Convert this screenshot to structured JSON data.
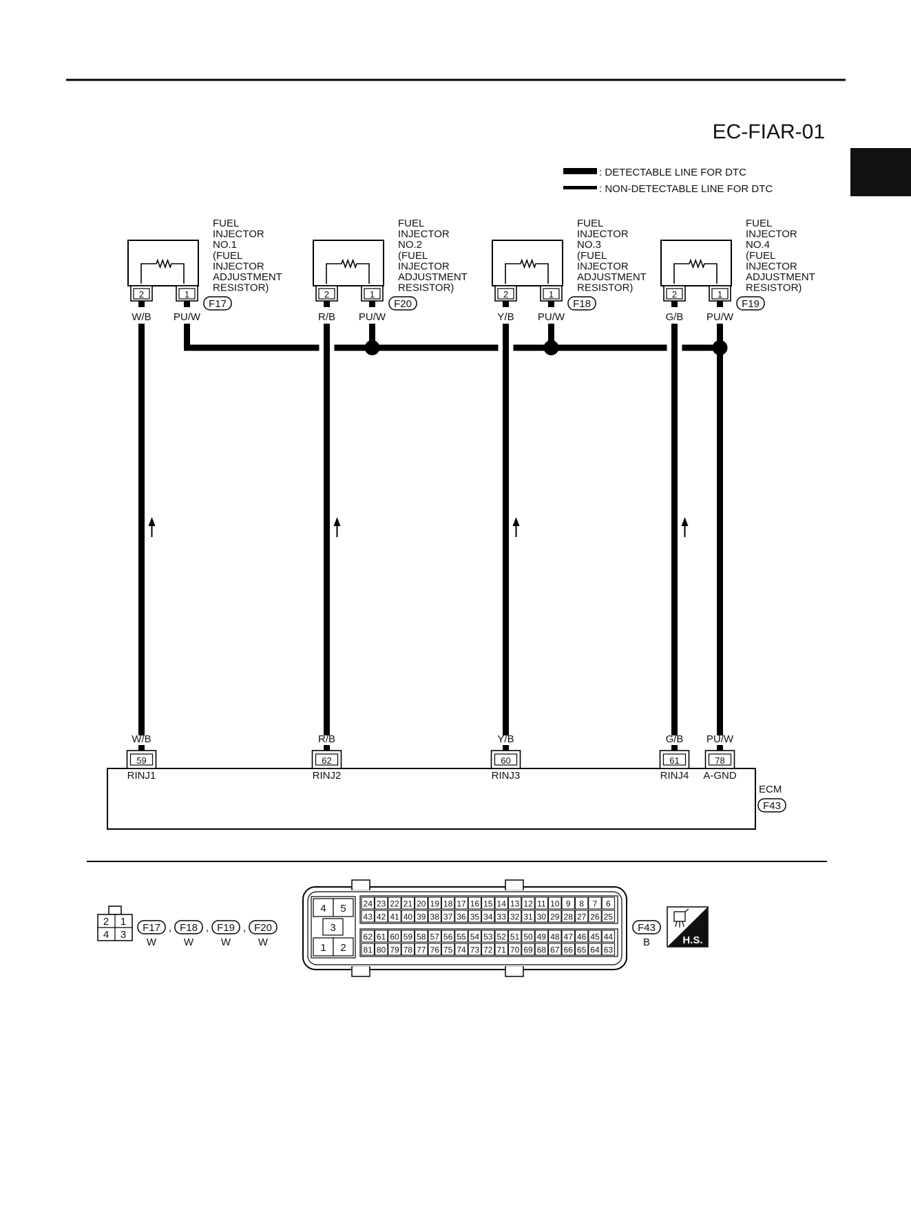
{
  "title": "EC-FIAR-01",
  "legend": {
    "detectable": ": DETECTABLE LINE FOR DTC",
    "non_detectable": ": NON-DETECTABLE LINE FOR DTC"
  },
  "injectors": [
    {
      "name_lines": [
        "FUEL",
        "INJECTOR",
        "NO.1",
        "(FUEL",
        " INJECTOR",
        " ADJUSTMENT",
        " RESISTOR)"
      ],
      "connector": "F17",
      "pin_a": "2",
      "pin_b": "1",
      "wire_a": "W/B",
      "wire_b": "PU/W"
    },
    {
      "name_lines": [
        "FUEL",
        "INJECTOR",
        "NO.2",
        "(FUEL",
        " INJECTOR",
        " ADJUSTMENT",
        " RESISTOR)"
      ],
      "connector": "F20",
      "pin_a": "2",
      "pin_b": "1",
      "wire_a": "R/B",
      "wire_b": "PU/W"
    },
    {
      "name_lines": [
        "FUEL",
        "INJECTOR",
        "NO.3",
        "(FUEL",
        " INJECTOR",
        " ADJUSTMENT",
        " RESISTOR)"
      ],
      "connector": "F18",
      "pin_a": "2",
      "pin_b": "1",
      "wire_a": "Y/B",
      "wire_b": "PU/W"
    },
    {
      "name_lines": [
        "FUEL",
        "INJECTOR",
        "NO.4",
        "(FUEL",
        " INJECTOR",
        " ADJUSTMENT",
        " RESISTOR)"
      ],
      "connector": "F19",
      "pin_a": "2",
      "pin_b": "1",
      "wire_a": "G/B",
      "wire_b": "PU/W"
    }
  ],
  "ecm": {
    "label": "ECM",
    "connector": "F43",
    "terminals": [
      {
        "pin": "59",
        "signal": "RINJ1",
        "wire": "W/B"
      },
      {
        "pin": "62",
        "signal": "RINJ2",
        "wire": "R/B"
      },
      {
        "pin": "60",
        "signal": "RINJ3",
        "wire": "Y/B"
      },
      {
        "pin": "61",
        "signal": "RINJ4",
        "wire": "G/B"
      },
      {
        "pin": "78",
        "signal": "A-GND",
        "wire": "PU/W"
      }
    ]
  },
  "connectors_legend": {
    "small_pins": [
      "2",
      "1",
      "4",
      "3"
    ],
    "small_ids": [
      "F17",
      "F18",
      "F19",
      "F20"
    ],
    "small_color": "W",
    "separator": ",",
    "ecm_left_pins": [
      "4",
      "5",
      "3",
      "1",
      "2"
    ],
    "ecm_rows": [
      [
        "24",
        "23",
        "22",
        "21",
        "20",
        "19",
        "18",
        "17",
        "16",
        "15",
        "14",
        "13",
        "12",
        "11",
        "10",
        "9",
        "8",
        "7",
        "6"
      ],
      [
        "43",
        "42",
        "41",
        "40",
        "39",
        "38",
        "37",
        "36",
        "35",
        "34",
        "33",
        "32",
        "31",
        "30",
        "29",
        "28",
        "27",
        "26",
        "25"
      ],
      [
        "62",
        "61",
        "60",
        "59",
        "58",
        "57",
        "56",
        "55",
        "54",
        "53",
        "52",
        "51",
        "50",
        "49",
        "48",
        "47",
        "46",
        "45",
        "44"
      ],
      [
        "81",
        "80",
        "79",
        "78",
        "77",
        "76",
        "75",
        "74",
        "73",
        "72",
        "71",
        "70",
        "69",
        "68",
        "67",
        "66",
        "65",
        "64",
        "63"
      ]
    ],
    "ecm_id": "F43",
    "ecm_color": "B",
    "hs_badge": "H.S."
  }
}
